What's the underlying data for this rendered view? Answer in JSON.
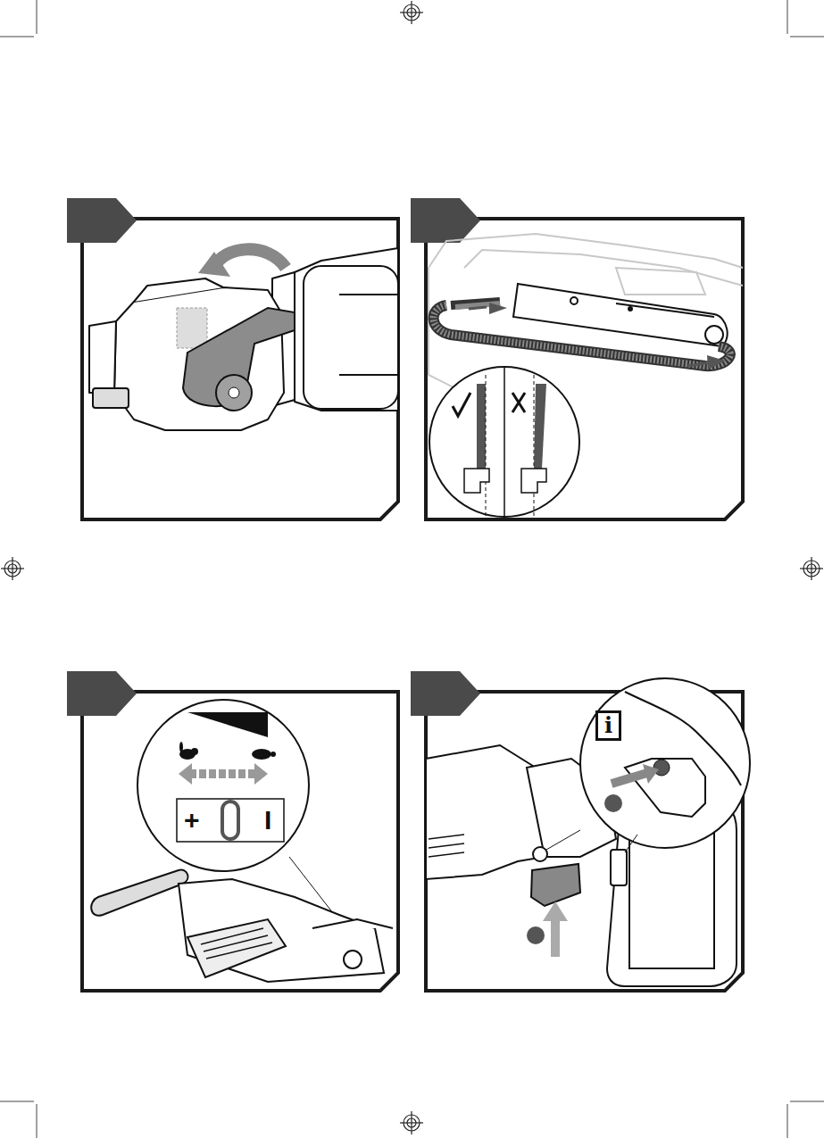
{
  "diagram": {
    "labels": [
      "i",
      "+",
      "I"
    ]
  }
}
